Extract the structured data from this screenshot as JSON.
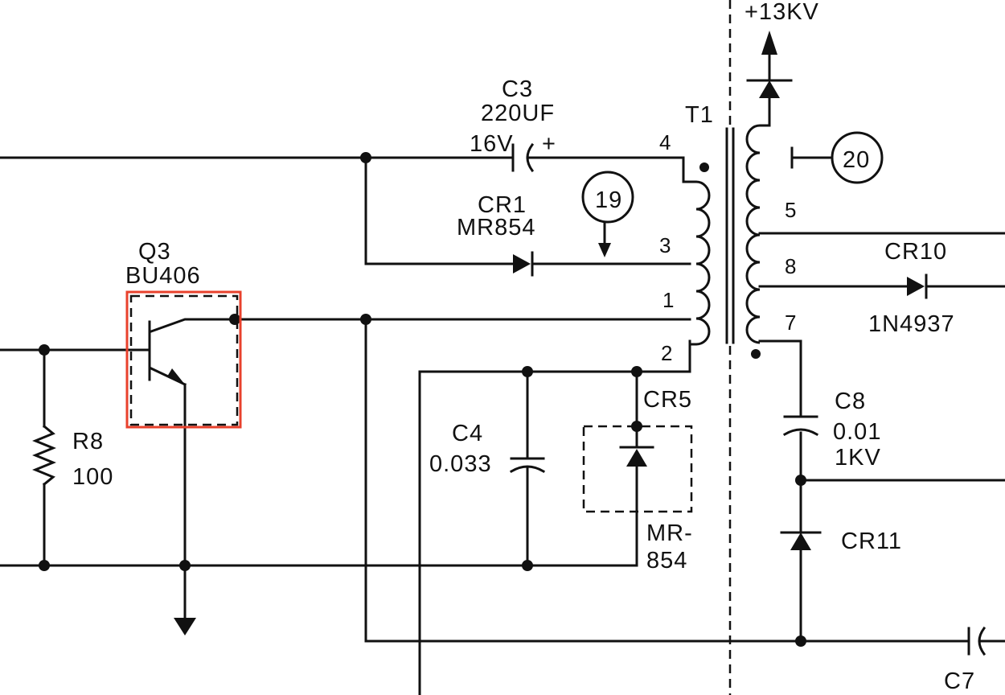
{
  "colors": {
    "ink": "#111111",
    "highlight": "#e8412c",
    "background": "#ffffff"
  },
  "highlight": {
    "target": "Q3"
  },
  "labels": {
    "hv_out": "+13KV",
    "c3_ref": "C3",
    "c3_value": "220UF",
    "c3_voltage": "16V",
    "c3_polarity": "+",
    "t1_ref": "T1",
    "cr1_ref": "CR1",
    "cr1_part": "MR854",
    "q3_ref": "Q3",
    "q3_part": "BU406",
    "r8_ref": "R8",
    "r8_value": "100",
    "c4_ref": "C4",
    "c4_value": "0.033",
    "cr5_ref": "CR5",
    "cr5_part_1": "MR-",
    "cr5_part_2": "854",
    "c8_ref": "C8",
    "c8_value": "0.01",
    "c8_voltage": "1KV",
    "cr10_ref": "CR10",
    "cr10_part": "1N4937",
    "cr11_ref": "CR11",
    "c7_ref": "C7"
  },
  "test_points": {
    "tp19": "19",
    "tp20": "20"
  },
  "pins": {
    "p4": "4",
    "p3": "3",
    "p1": "1",
    "p2": "2",
    "p5": "5",
    "p8": "8",
    "p7": "7"
  }
}
